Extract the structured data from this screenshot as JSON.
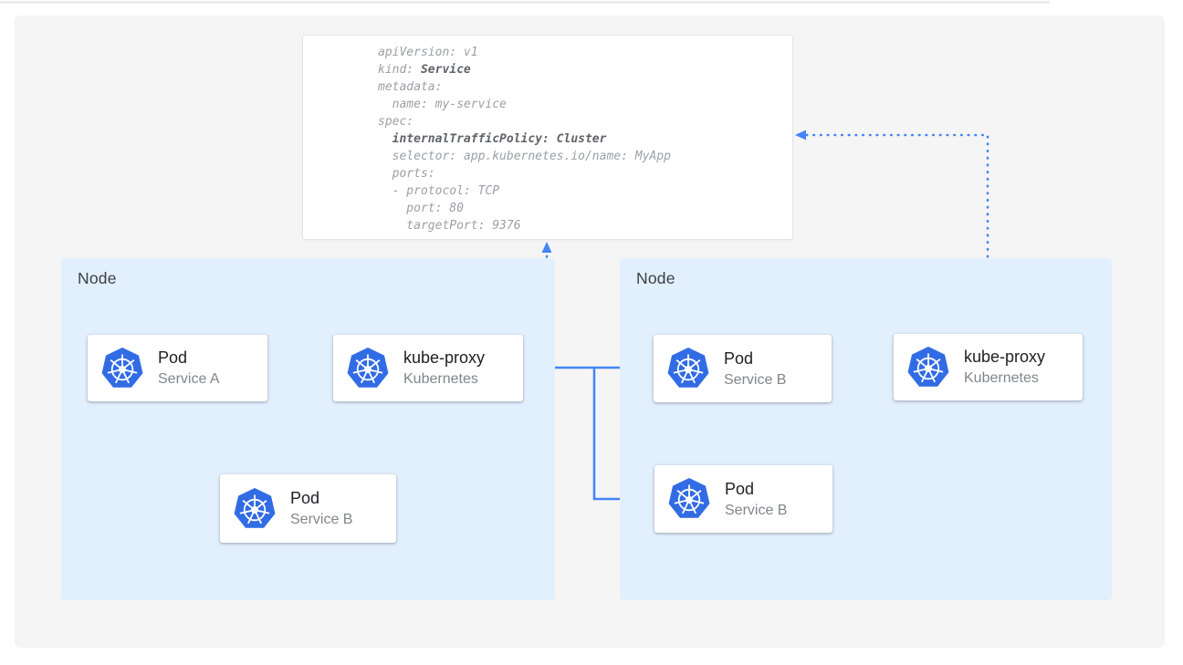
{
  "yaml": {
    "l1": "apiVersion: v1",
    "l2a": "kind: ",
    "l2b": "Service",
    "l3": "metadata:",
    "l4": "  name: my-service",
    "l5": "spec:",
    "l6a": "  ",
    "l6b": "internalTrafficPolicy: Cluster",
    "l7": "  selector: app.kubernetes.io/name: MyApp",
    "l8": "  ports:",
    "l9": "  - protocol: TCP",
    "l10": "    port: 80",
    "l11": "    targetPort: 9376"
  },
  "nodes": {
    "left": {
      "label": "Node"
    },
    "right": {
      "label": "Node"
    }
  },
  "cards": {
    "pod_a": {
      "title": "Pod",
      "subtitle": "Service A"
    },
    "kube_proxy_left": {
      "title": "kube-proxy",
      "subtitle": "Kubernetes"
    },
    "pod_b_left": {
      "title": "Pod",
      "subtitle": "Service B"
    },
    "pod_b_right_top": {
      "title": "Pod",
      "subtitle": "Service B"
    },
    "pod_b_right_bottom": {
      "title": "Pod",
      "subtitle": "Service B"
    },
    "kube_proxy_right": {
      "title": "kube-proxy",
      "subtitle": "Kubernetes"
    }
  },
  "icons": {
    "logo": "kubernetes-helm-wheel-icon"
  },
  "colors": {
    "accent": "#4285f4",
    "k8s-blue": "#326ce5",
    "node-bg": "#e2effd",
    "canvas-bg": "#f5f5f6",
    "yaml-plain": "#9aa0a6",
    "yaml-bold": "#5f6368"
  }
}
